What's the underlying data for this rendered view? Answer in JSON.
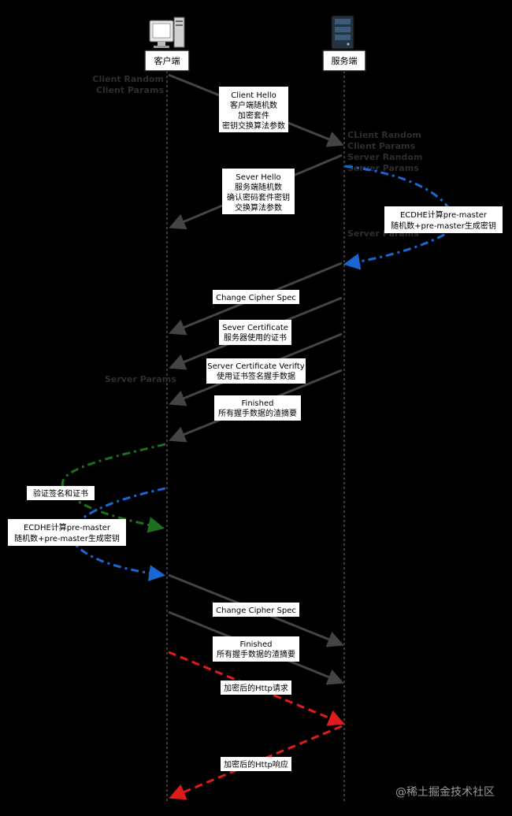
{
  "colors": {
    "background": "#000000",
    "box_fill": "#ffffff",
    "text": "#000000",
    "faint_label": "#2e2e2e",
    "lifeline": "#3a3a3a",
    "arrow_gray": "#444444",
    "arrow_blue": "#1a67d2",
    "arrow_green": "#1e6f1e",
    "arrow_red": "#e01b1b",
    "watermark": "#9a9a9a"
  },
  "actors": {
    "client": {
      "label": "客户端",
      "icon": "desktop-computer-icon"
    },
    "server": {
      "label": "服务端",
      "icon": "server-rack-icon"
    }
  },
  "notes": {
    "client_params_1": [
      "Client Random",
      "Client Params"
    ],
    "server_params_1": [
      "CLient Random",
      "Client Params",
      "Server Random",
      "Server Params"
    ],
    "server_params_2": [
      "Server Params"
    ],
    "client_server_params": [
      "Server Params"
    ]
  },
  "messages": {
    "client_hello": [
      "Client Hello",
      "客户端随机数",
      "加密套件",
      "密钥交换算法参数"
    ],
    "server_hello": [
      "Sever Hello",
      "服务端随机数",
      "确认密码套件密钥",
      "交换算法参数"
    ],
    "server_ecdhe": [
      "ECDHE计算pre-master",
      "随机数+pre-master生成密钥"
    ],
    "change_cipher_server": [
      "Change Cipher Spec"
    ],
    "server_certificate": [
      "Sever Certificate",
      "服务器使用的证书"
    ],
    "server_cert_verify": [
      "Server Certificate Verifty",
      "使用证书签名握手数据"
    ],
    "finished_server": [
      "Finished",
      "所有握手数据的渣摘要"
    ],
    "verify_cert": [
      "验证签名和证书"
    ],
    "client_ecdhe": [
      "ECDHE计算pre-master",
      "随机数+pre-master生成密钥"
    ],
    "change_cipher_client": [
      "Change Cipher Spec"
    ],
    "finished_client": [
      "Finished",
      "所有握手数据的渣摘要"
    ],
    "http_request": [
      "加密后的Http请求"
    ],
    "http_response": [
      "加密后的Http响应"
    ]
  },
  "watermark": "@稀土掘金技术社区"
}
